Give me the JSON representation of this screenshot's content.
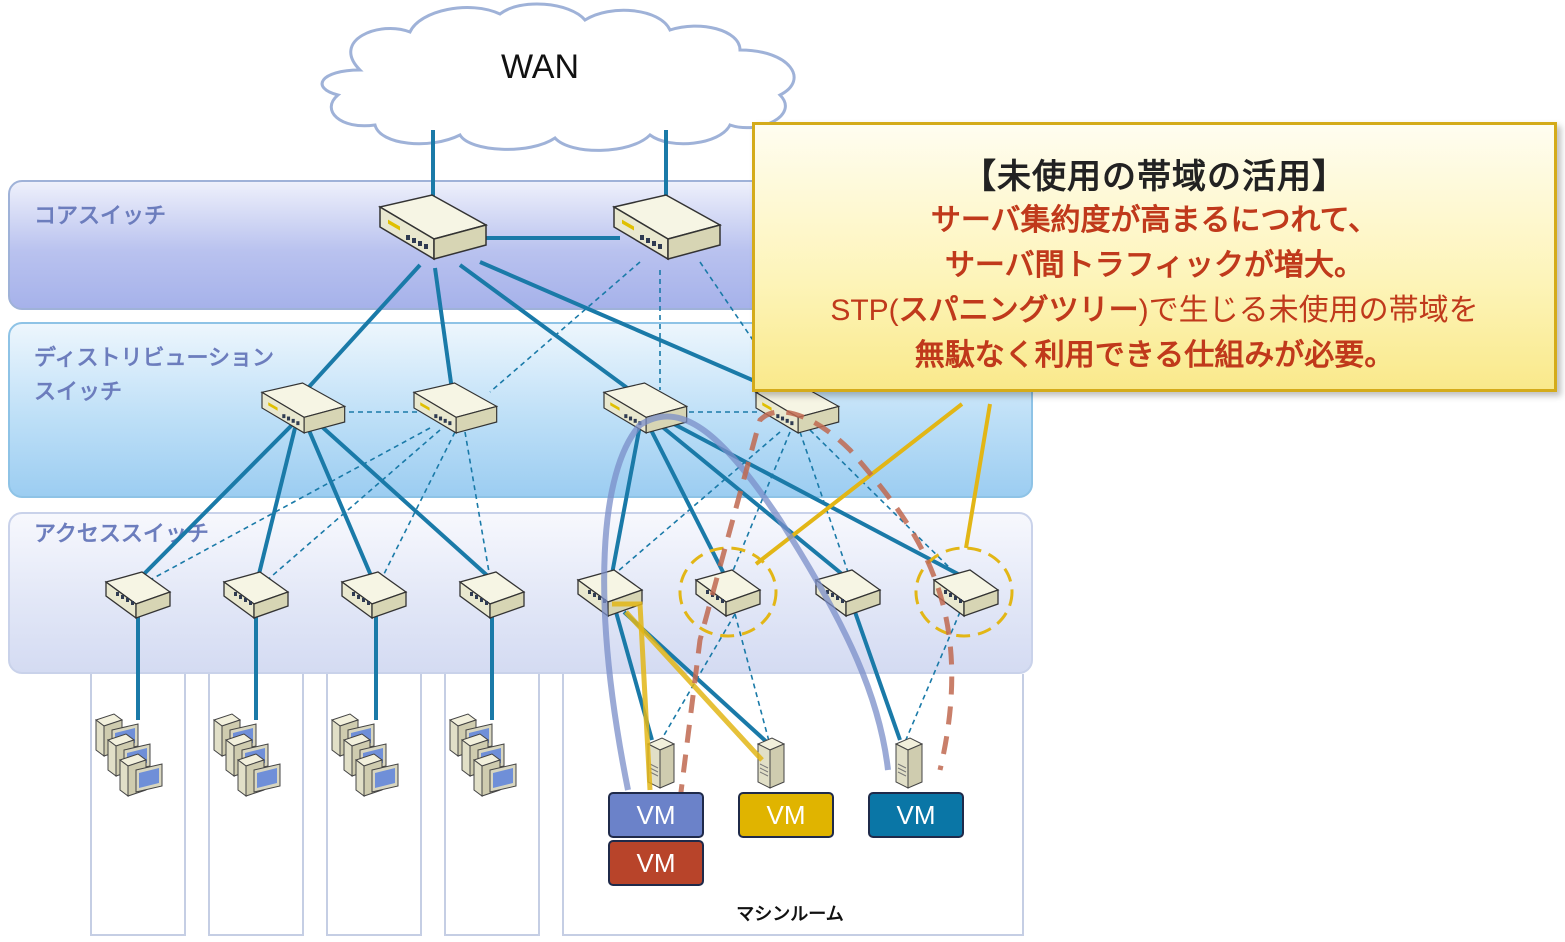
{
  "cloud": {
    "label": "WAN"
  },
  "layers": {
    "core": "コアスイッチ",
    "distribution_line1": "ディストリビューション",
    "distribution_line2": "スイッチ",
    "access": "アクセススイッチ"
  },
  "vms": {
    "blue": "VM",
    "red": "VM",
    "yellow": "VM",
    "teal": "VM"
  },
  "machine_room": "マシンルーム",
  "callout": {
    "title": "【未使用の帯域の活用】",
    "line1": "サーバ集約度が高まるにつれて、",
    "line2": "サーバ間トラフィックが増大。",
    "line3_prefix": "STP(",
    "line3_rest": "スパニングツリー",
    "line3_suffix": ")で生じる未使用の帯域を",
    "line4": "無駄なく利用できる仕組みが必要。"
  },
  "colors": {
    "link": "#1a7aa8",
    "dashed_link": "#1a7aa8",
    "vm_blue": "#6b82c9",
    "vm_red": "#b8442a",
    "vm_yellow": "#e0b400",
    "vm_teal": "#0a76a6",
    "highlight": "#e2b616",
    "red_path": "#c06850"
  }
}
